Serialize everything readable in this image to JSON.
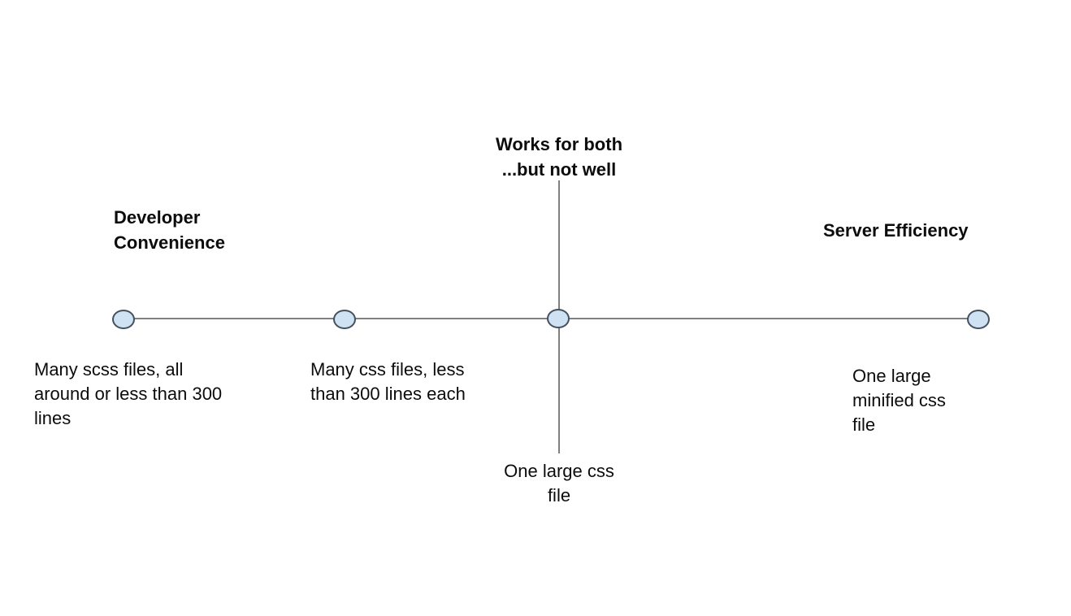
{
  "colors": {
    "background": "#ffffff",
    "line": "#7f7f7f",
    "node-fill": "#cfe2f3",
    "node-border": "#44505c",
    "text": "#0c0c0c"
  },
  "diagram": {
    "title_center_top": "Works for both\n...but not well",
    "left_pole": "Developer\nConvenience",
    "right_pole": "Server Efficiency",
    "points": [
      {
        "id": "many-scss-files",
        "label": "Many scss files, all\naround or less than 300\nlines"
      },
      {
        "id": "many-css-files",
        "label": "Many css files, less\nthan 300 lines each"
      },
      {
        "id": "one-large-css-file",
        "label": "One large css\nfile"
      },
      {
        "id": "one-large-minified-css-file",
        "label": "One large\nminified css\nfile"
      }
    ]
  }
}
